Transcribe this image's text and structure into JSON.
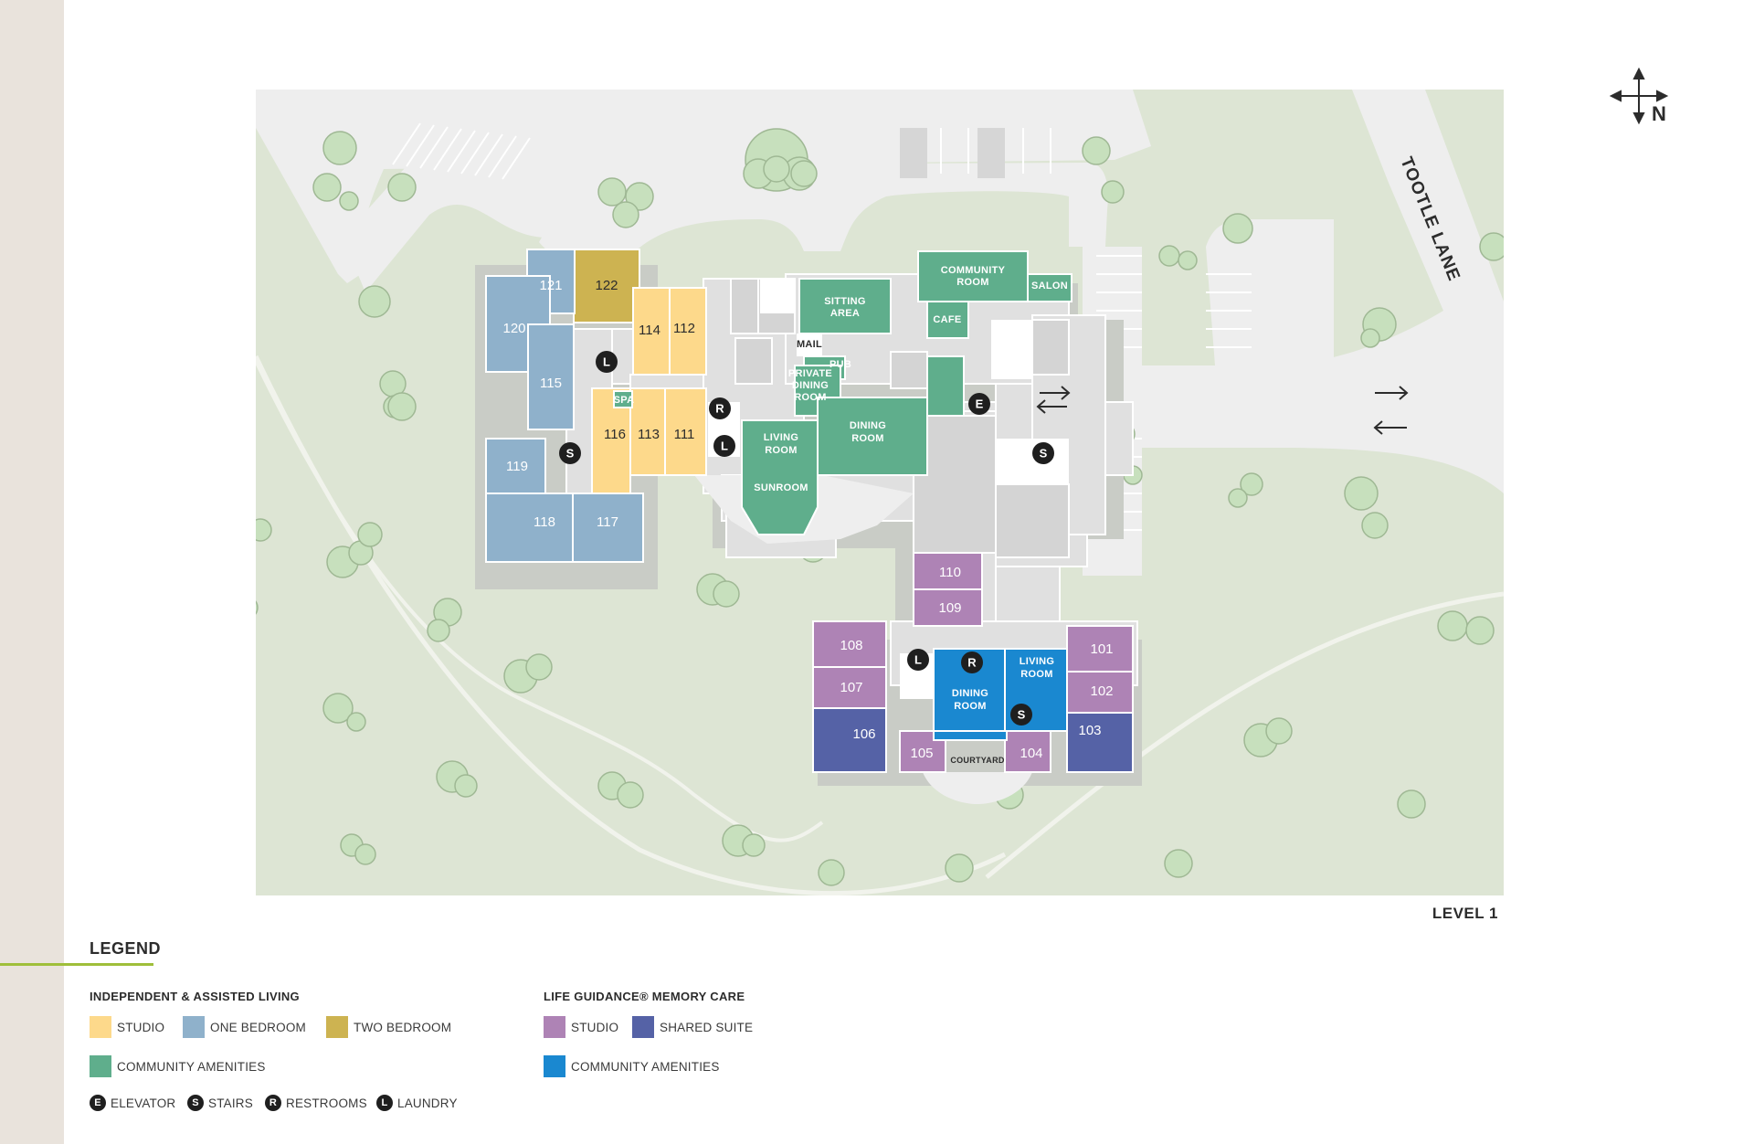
{
  "map": {
    "level_label": "LEVEL 1",
    "compass_label": "N",
    "road_label": "TOOTLE LANE",
    "colors": {
      "studio": "#fdd98b",
      "one_bedroom": "#8fb1cb",
      "two_bedroom": "#cdb351",
      "community_amenities": "#5fae8c",
      "memory_studio": "#ae83b5",
      "shared_suite": "#5562a6",
      "memory_community": "#1a88d0",
      "site": "#dde5d4",
      "paved": "#eeeeee",
      "building": "#e0e0e0",
      "tree": "#c7e0bd"
    },
    "rooms": [
      {
        "id": "122",
        "label": "122",
        "type": "two_bedroom"
      },
      {
        "id": "121",
        "label": "121",
        "type": "one_bedroom"
      },
      {
        "id": "120",
        "label": "120",
        "type": "one_bedroom"
      },
      {
        "id": "115",
        "label": "115",
        "type": "one_bedroom"
      },
      {
        "id": "119",
        "label": "119",
        "type": "one_bedroom"
      },
      {
        "id": "118",
        "label": "118",
        "type": "one_bedroom"
      },
      {
        "id": "117",
        "label": "117",
        "type": "one_bedroom"
      },
      {
        "id": "114",
        "label": "114",
        "type": "studio"
      },
      {
        "id": "112",
        "label": "112",
        "type": "studio"
      },
      {
        "id": "116",
        "label": "116",
        "type": "studio"
      },
      {
        "id": "113",
        "label": "113",
        "type": "studio"
      },
      {
        "id": "111",
        "label": "111",
        "type": "studio"
      },
      {
        "id": "110",
        "label": "110",
        "type": "memory_studio"
      },
      {
        "id": "109",
        "label": "109",
        "type": "memory_studio"
      },
      {
        "id": "108",
        "label": "108",
        "type": "memory_studio"
      },
      {
        "id": "107",
        "label": "107",
        "type": "memory_studio"
      },
      {
        "id": "106",
        "label": "106",
        "type": "shared_suite"
      },
      {
        "id": "105",
        "label": "105",
        "type": "memory_studio"
      },
      {
        "id": "104",
        "label": "104",
        "type": "memory_studio"
      },
      {
        "id": "101",
        "label": "101",
        "type": "memory_studio"
      },
      {
        "id": "102",
        "label": "102",
        "type": "memory_studio"
      },
      {
        "id": "103",
        "label": "103",
        "type": "shared_suite"
      }
    ],
    "amenities": {
      "community_room": [
        "COMMUNITY",
        "ROOM"
      ],
      "salon": "SALON",
      "sitting_area": [
        "SITTING",
        "AREA"
      ],
      "cafe": "CAFE",
      "mail": "MAIL",
      "pub": "PUB",
      "private_dining": [
        "PRIVATE",
        "DINING",
        "ROOM"
      ],
      "dining_room": [
        "DINING",
        "ROOM"
      ],
      "living_room": [
        "LIVING",
        "ROOM"
      ],
      "sunroom": "SUNROOM",
      "spa": "SPA",
      "mc_living_room": [
        "LIVING",
        "ROOM"
      ],
      "mc_dining_room": [
        "DINING",
        "ROOM"
      ],
      "courtyard": "COURTYARD"
    },
    "symbols": {
      "elevator": "E",
      "stairs": "S",
      "restrooms": "R",
      "laundry": "L"
    }
  },
  "legend": {
    "title": "LEGEND",
    "independent": {
      "title": "INDEPENDENT & ASSISTED LIVING",
      "studio": "STUDIO",
      "one_bedroom": "ONE BEDROOM",
      "two_bedroom": "TWO BEDROOM",
      "community_amenities": "COMMUNITY AMENITIES"
    },
    "memory_care": {
      "title": "LIFE GUIDANCE® MEMORY CARE",
      "studio": "STUDIO",
      "shared_suite": "SHARED SUITE",
      "community_amenities": "COMMUNITY AMENITIES"
    },
    "symbols": {
      "elevator": "ELEVATOR",
      "stairs": "STAIRS",
      "restrooms": "RESTROOMS",
      "laundry": "LAUNDRY"
    }
  }
}
